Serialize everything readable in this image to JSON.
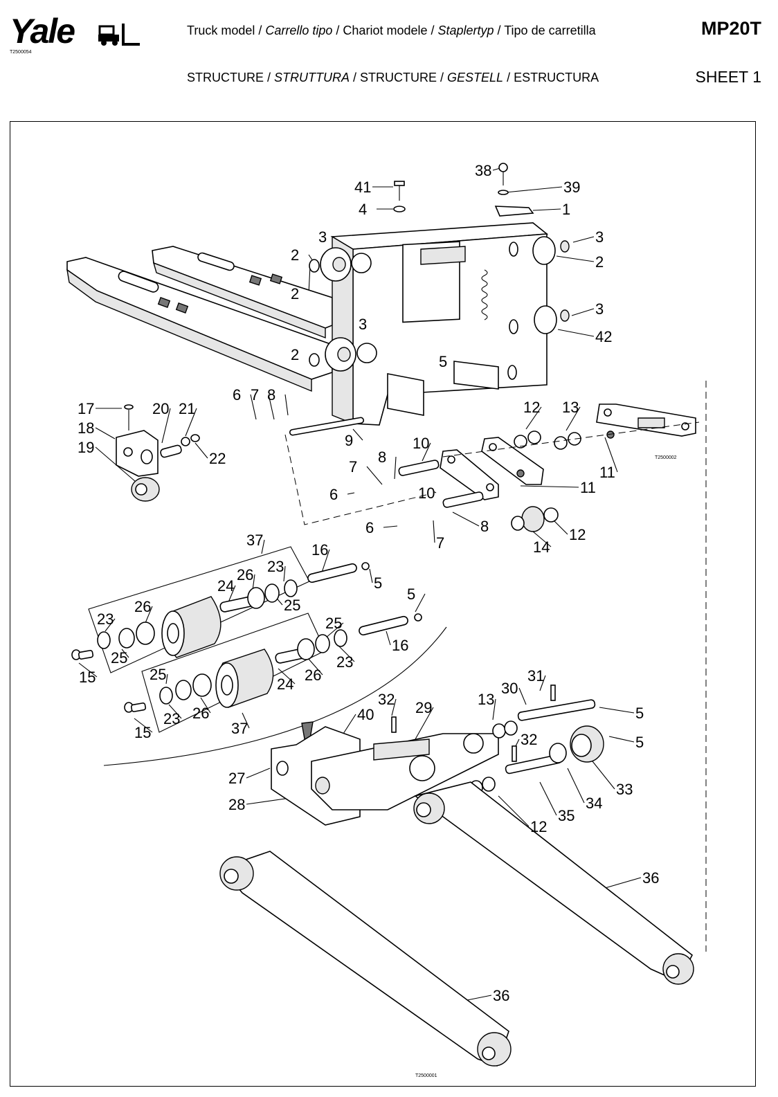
{
  "header": {
    "logo_text": "Yale",
    "logo_code": "T2500054",
    "title_line1": [
      {
        "text": "Truck model / ",
        "italic": false
      },
      {
        "text": "Carrello tipo",
        "italic": true
      },
      {
        "text": " / Chariot modele / ",
        "italic": false
      },
      {
        "text": "Staplertyp",
        "italic": true
      },
      {
        "text": " / Tipo de carretilla",
        "italic": false
      }
    ],
    "title_line2": [
      {
        "text": "STRUCTURE / ",
        "italic": false
      },
      {
        "text": "STRUTTURA",
        "italic": true
      },
      {
        "text": " / STRUCTURE / ",
        "italic": false
      },
      {
        "text": "GESTELL",
        "italic": true
      },
      {
        "text": " / ESTRUCTURA",
        "italic": false
      }
    ],
    "model": "MP20T",
    "sheet": "SHEET 1"
  },
  "diagram": {
    "image_codes": [
      "T2500002",
      "T2500001"
    ],
    "callouts": [
      "38",
      "41",
      "39",
      "4",
      "1",
      "3",
      "2",
      "3",
      "2",
      "2",
      "3",
      "42",
      "3",
      "2",
      "5",
      "17",
      "20",
      "21",
      "6",
      "7",
      "8",
      "18",
      "22",
      "9",
      "12",
      "13",
      "19",
      "10",
      "8",
      "7",
      "11",
      "11",
      "6",
      "10",
      "6",
      "8",
      "7",
      "12",
      "14",
      "37",
      "16",
      "23",
      "26",
      "24",
      "5",
      "25",
      "5",
      "23",
      "26",
      "25",
      "16",
      "23",
      "25",
      "15",
      "26",
      "24",
      "25",
      "23",
      "26",
      "15",
      "37",
      "31",
      "30",
      "13",
      "32",
      "29",
      "40",
      "5",
      "32",
      "5",
      "27",
      "28",
      "34",
      "33",
      "35",
      "12",
      "36",
      "36"
    ]
  }
}
